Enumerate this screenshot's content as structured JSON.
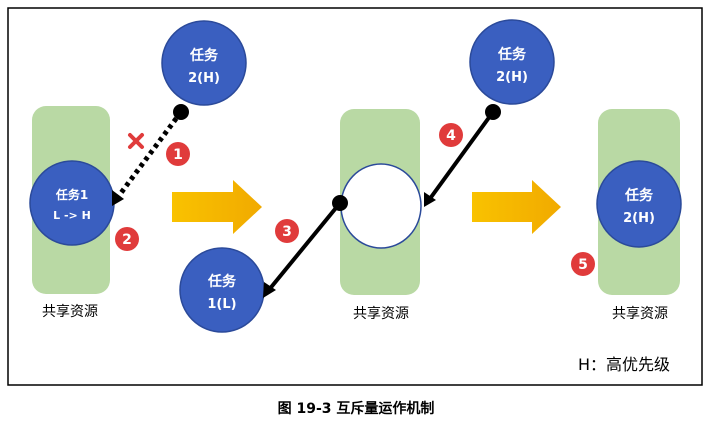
{
  "stage1": {
    "task_high_line1": "任务",
    "task_high_line2": "2(H)",
    "task_inherit_line1": "任务1",
    "task_inherit_line2": "L -> H",
    "resource_label": "共享资源",
    "badge1": "1",
    "badge2": "2"
  },
  "stage2": {
    "task_high_line1": "任务",
    "task_high_line2": "2(H)",
    "task_low_line1": "任务",
    "task_low_line2": "1(L)",
    "resource_label": "共享资源",
    "badge3": "3",
    "badge4": "4"
  },
  "stage3": {
    "task_high_line1": "任务",
    "task_high_line2": "2(H)",
    "resource_label": "共享资源",
    "badge5": "5"
  },
  "legend": "H：高优先级",
  "caption": "图 19-3 互斥量运作机制",
  "colors": {
    "task_fill": "#3a5fc0",
    "task_stroke": "#2b4a9a",
    "resource_fill": "#b8d8a2",
    "arrow_fill": "#f6b800",
    "badge_fill": "#e03b3b",
    "cross": "#e03b3b"
  }
}
